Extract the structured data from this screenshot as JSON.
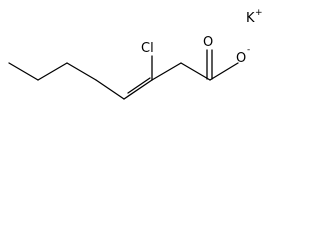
{
  "molecule": {
    "atoms": {
      "chlorine": "Cl",
      "oxygen_carbonyl": "O",
      "oxygen_anion": "O",
      "anion_charge": "-",
      "counterion": "K",
      "counterion_charge": "+"
    }
  }
}
